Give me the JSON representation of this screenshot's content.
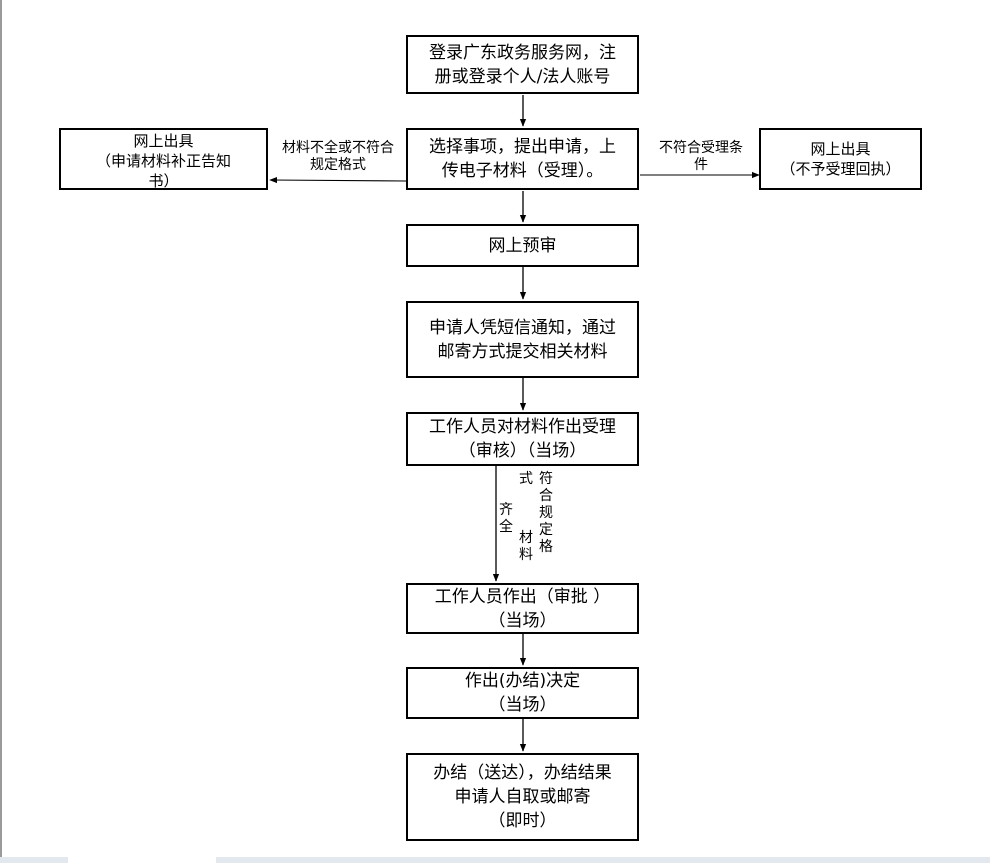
{
  "boxes": {
    "login": [
      "登录广东政务服务网，注",
      "册或登录个人/法人账号"
    ],
    "select": [
      "选择事项，提出申请，上",
      "传电子材料（受理）。"
    ],
    "left_out": [
      "网上出具",
      "（申请材料补正告知",
      "书）"
    ],
    "right_out": [
      "网上出具",
      "（不予受理回执）"
    ],
    "pre_review": [
      "网上预审"
    ],
    "mail": [
      "申请人凭短信通知，通过",
      "邮寄方式提交相关材料"
    ],
    "accept": [
      "工作人员对材料作出受理",
      "（审核）（当场）"
    ],
    "approve": [
      "工作人员作出（审批  ）",
      "（当场）"
    ],
    "decision": [
      "作出(办结)决定",
      "（当场）"
    ],
    "finish": [
      "办结（送达），办结结果",
      "申请人自取或邮寄",
      "（即时）"
    ]
  },
  "labels": {
    "left_arrow": [
      "材料不全或不符合",
      "规定格式"
    ],
    "right_arrow": [
      "不符合受理条",
      "件"
    ],
    "vertical_cols": [
      "齐全",
      "材料",
      "式",
      "符合规定格"
    ]
  }
}
